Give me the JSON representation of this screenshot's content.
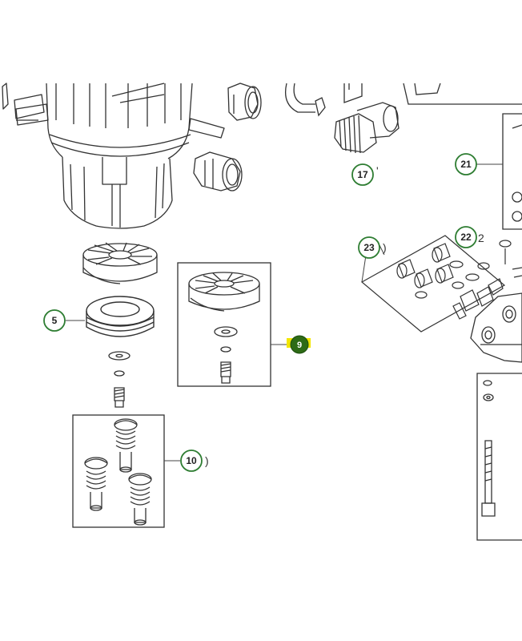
{
  "diagram": {
    "callouts": [
      {
        "id": "5",
        "label": "5"
      },
      {
        "id": "9",
        "label": "9"
      },
      {
        "id": "10",
        "label": "10"
      },
      {
        "id": "17",
        "label": "17"
      },
      {
        "id": "21",
        "label": "21"
      },
      {
        "id": "22",
        "label": "22"
      },
      {
        "id": "23",
        "label": "23"
      }
    ],
    "stray_marks": {
      "after_10": ")",
      "after_17": "'",
      "after_22": "2",
      "after_23": ")"
    },
    "colors": {
      "callout_border": "#2e7d32",
      "callout_fill": "#ffffff",
      "highlight_fill": "#2e6b16",
      "highlight_marker": "#f2e600",
      "line": "#444444"
    }
  }
}
